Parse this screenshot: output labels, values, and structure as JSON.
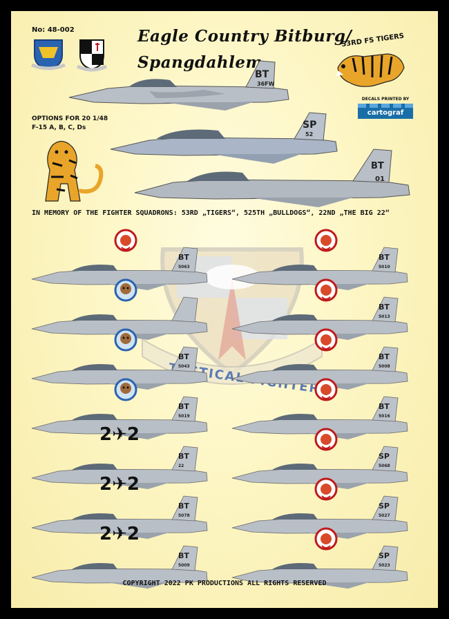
{
  "sheet": {
    "catalog_no": "No: 48-002",
    "title_line1": "Eagle Country Bitburg/",
    "title_line2": "Spangdahlem",
    "options_line1": "OPTIONS FOR 20 1/48",
    "options_line2": "F-15 A, B, C, Ds",
    "memorial": "IN MEMORY OF THE FIGHTER SQUADRONS: 53RD „TIGERS“, 525TH „BULLDOGS“, 22ND „THE BIG 22“",
    "copyright": "COPYRIGHT 2022 PK PRODUCTIONS ALL RIGHTS RESERVED",
    "decals_printed_by": "DECALS PRINTED BY",
    "printer": "cartograf",
    "squadron_banner": "53RD FS TIGERS",
    "wing_scroll": "TACTICAL FIGHTER WING",
    "big22_logo": "2✈2"
  },
  "colors": {
    "background": "#fdf6c4",
    "jet_body": "#b9bfc7",
    "jet_dark": "#8a929c",
    "cartograf_blue": "#1a6ea8"
  },
  "top_jets": [
    {
      "tail_code": "BT",
      "tail_sub": "36FW"
    },
    {
      "tail_code": "SP",
      "tail_sub": "52"
    },
    {
      "tail_code": "BT",
      "tail_sub": "01"
    }
  ],
  "left_jets": [
    {
      "tail_code": "BT",
      "serial": "5063",
      "insignia": "tiger-badge"
    },
    {
      "tail_code": "",
      "serial": "",
      "insignia": "bulldog-badge"
    },
    {
      "tail_code": "BT",
      "serial": "5043",
      "insignia": "bulldog-badge"
    },
    {
      "tail_code": "BT",
      "serial": "5019",
      "insignia": "bulldog-badge"
    },
    {
      "tail_code": "BT",
      "serial": "22",
      "insignia": "big22-logo"
    },
    {
      "tail_code": "BT",
      "serial": "5078",
      "insignia": "big22-logo"
    },
    {
      "tail_code": "BT",
      "serial": "5009",
      "insignia": "big22-logo"
    }
  ],
  "right_jets": [
    {
      "tail_code": "BT",
      "serial": "5010",
      "insignia": "tiger-badge"
    },
    {
      "tail_code": "BT",
      "serial": "5013",
      "insignia": "tiger-badge"
    },
    {
      "tail_code": "BT",
      "serial": "5008",
      "insignia": "tiger-badge"
    },
    {
      "tail_code": "BT",
      "serial": "5016",
      "insignia": "tiger-badge"
    },
    {
      "tail_code": "SP",
      "serial": "5068",
      "insignia": "tiger-badge"
    },
    {
      "tail_code": "SP",
      "serial": "5027",
      "insignia": "tiger-badge"
    },
    {
      "tail_code": "SP",
      "serial": "5023",
      "insignia": "tiger-badge"
    }
  ]
}
